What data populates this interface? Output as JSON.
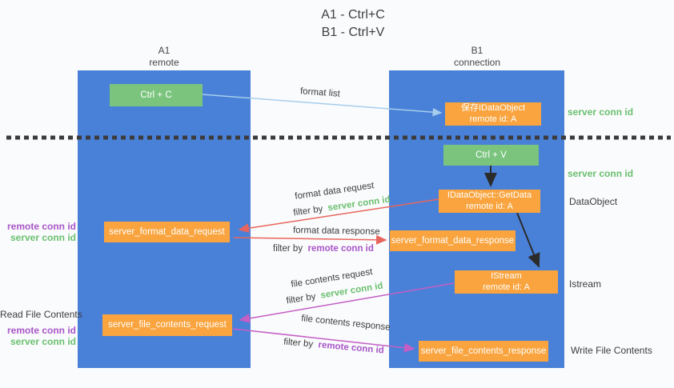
{
  "title": {
    "line1": "A1 - Ctrl+C",
    "line2": "B1 - Ctrl+V"
  },
  "lifelines": {
    "left": {
      "name": "A1",
      "role": "remote"
    },
    "right": {
      "name": "B1",
      "role": "connection"
    }
  },
  "boxes": {
    "ctrl_c": {
      "label": "Ctrl + C"
    },
    "save_dataobject": {
      "line1": "保存IDataObject",
      "line2": "remote id: A"
    },
    "ctrl_v": {
      "label": "Ctrl + V"
    },
    "getdata": {
      "line1": "IDataObject::GetData",
      "line2": "remote id: A"
    },
    "format_request": {
      "label": "server_format_data_request"
    },
    "format_response": {
      "label": "server_format_data_response"
    },
    "istream": {
      "line1": "IStream",
      "line2": "remote id: A"
    },
    "file_request": {
      "label": "server_file_contents_request"
    },
    "file_response": {
      "label": "server_file_contents_response"
    }
  },
  "arrow_labels": {
    "format_list": "format list",
    "format_data_request": "format data request",
    "format_data_response": "format data response",
    "file_contents_request": "file contents request",
    "file_contents_response": "file contents response",
    "filter_prefix": "filter by",
    "server_conn_id": "server conn id",
    "remote_conn_id": "remote conn id"
  },
  "side_labels": {
    "right_server_conn_id_top": "server conn id",
    "right_server_conn_id_mid": "server conn id",
    "dataobject": "DataObject",
    "istream": "Istream",
    "write_file_contents": "Write File Contents",
    "left_remote_conn_id_top": "remote conn id",
    "left_server_conn_id_top": "server conn id",
    "read_file_contents": "Read File Contents",
    "left_remote_conn_id_bottom": "remote conn id",
    "left_server_conn_id_bottom": "server conn id"
  },
  "colors": {
    "lifeline_blue": "#4a81d8",
    "box_green": "#7ac47e",
    "box_orange": "#f9a43e",
    "arrow_blue": "#a6cdec",
    "arrow_black": "#2b2b2b",
    "arrow_red": "#e8655e",
    "arrow_magenta": "#c35ec4",
    "text_green": "#6abf6f",
    "text_purple": "#a855c8",
    "text_dark": "#3c3c3c"
  }
}
